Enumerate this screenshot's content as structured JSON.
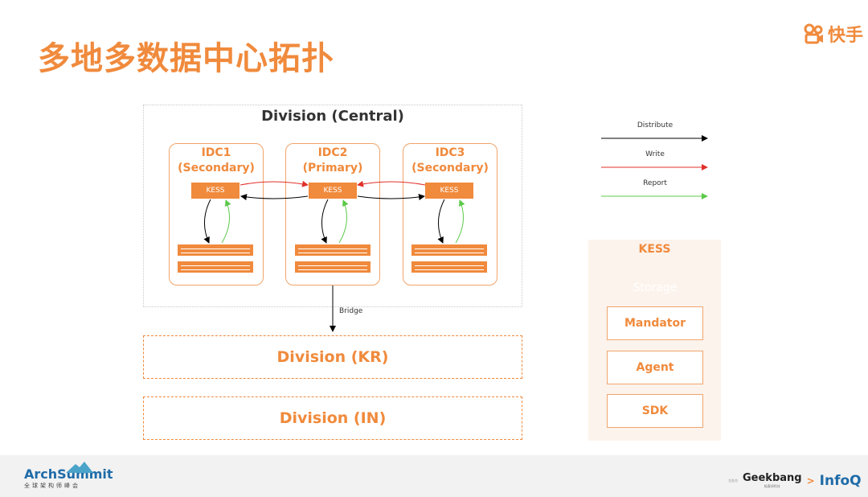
{
  "header": {
    "title": "多地多数据中心拓扑",
    "brand_logo_text": "快手"
  },
  "central_division": {
    "title": "Division (Central)",
    "idcs": [
      {
        "line1": "IDC1",
        "line2": "(Secondary)",
        "node_label": "KESS"
      },
      {
        "line1": "IDC2",
        "line2": "(Primary)",
        "node_label": "KESS"
      },
      {
        "line1": "IDC3",
        "line2": "(Secondary)",
        "node_label": "KESS"
      }
    ]
  },
  "bridge_label": "Bridge",
  "divisions": [
    {
      "label": "Division (KR)"
    },
    {
      "label": "Division (IN)"
    }
  ],
  "legend": [
    {
      "label": "Distribute",
      "color": "#000000"
    },
    {
      "label": "Write",
      "color": "#e0302a"
    },
    {
      "label": "Report",
      "color": "#5cc94a"
    }
  ],
  "kess_panel": {
    "title": "KESS",
    "storage_label": "Storage",
    "components": [
      "Mandator",
      "Agent",
      "SDK"
    ]
  },
  "footer": {
    "left_logo": "ArchSummit",
    "left_logo_sub": "全球架构师峰会",
    "organizer_label": "主办方",
    "sponsor1": "Geekbang",
    "sponsor1_sub": "极客邦科技",
    "sponsor2": "InfoQ"
  },
  "colors": {
    "accent": "#f08a3c",
    "write_line": "#e0302a",
    "report_line": "#5cc94a"
  }
}
